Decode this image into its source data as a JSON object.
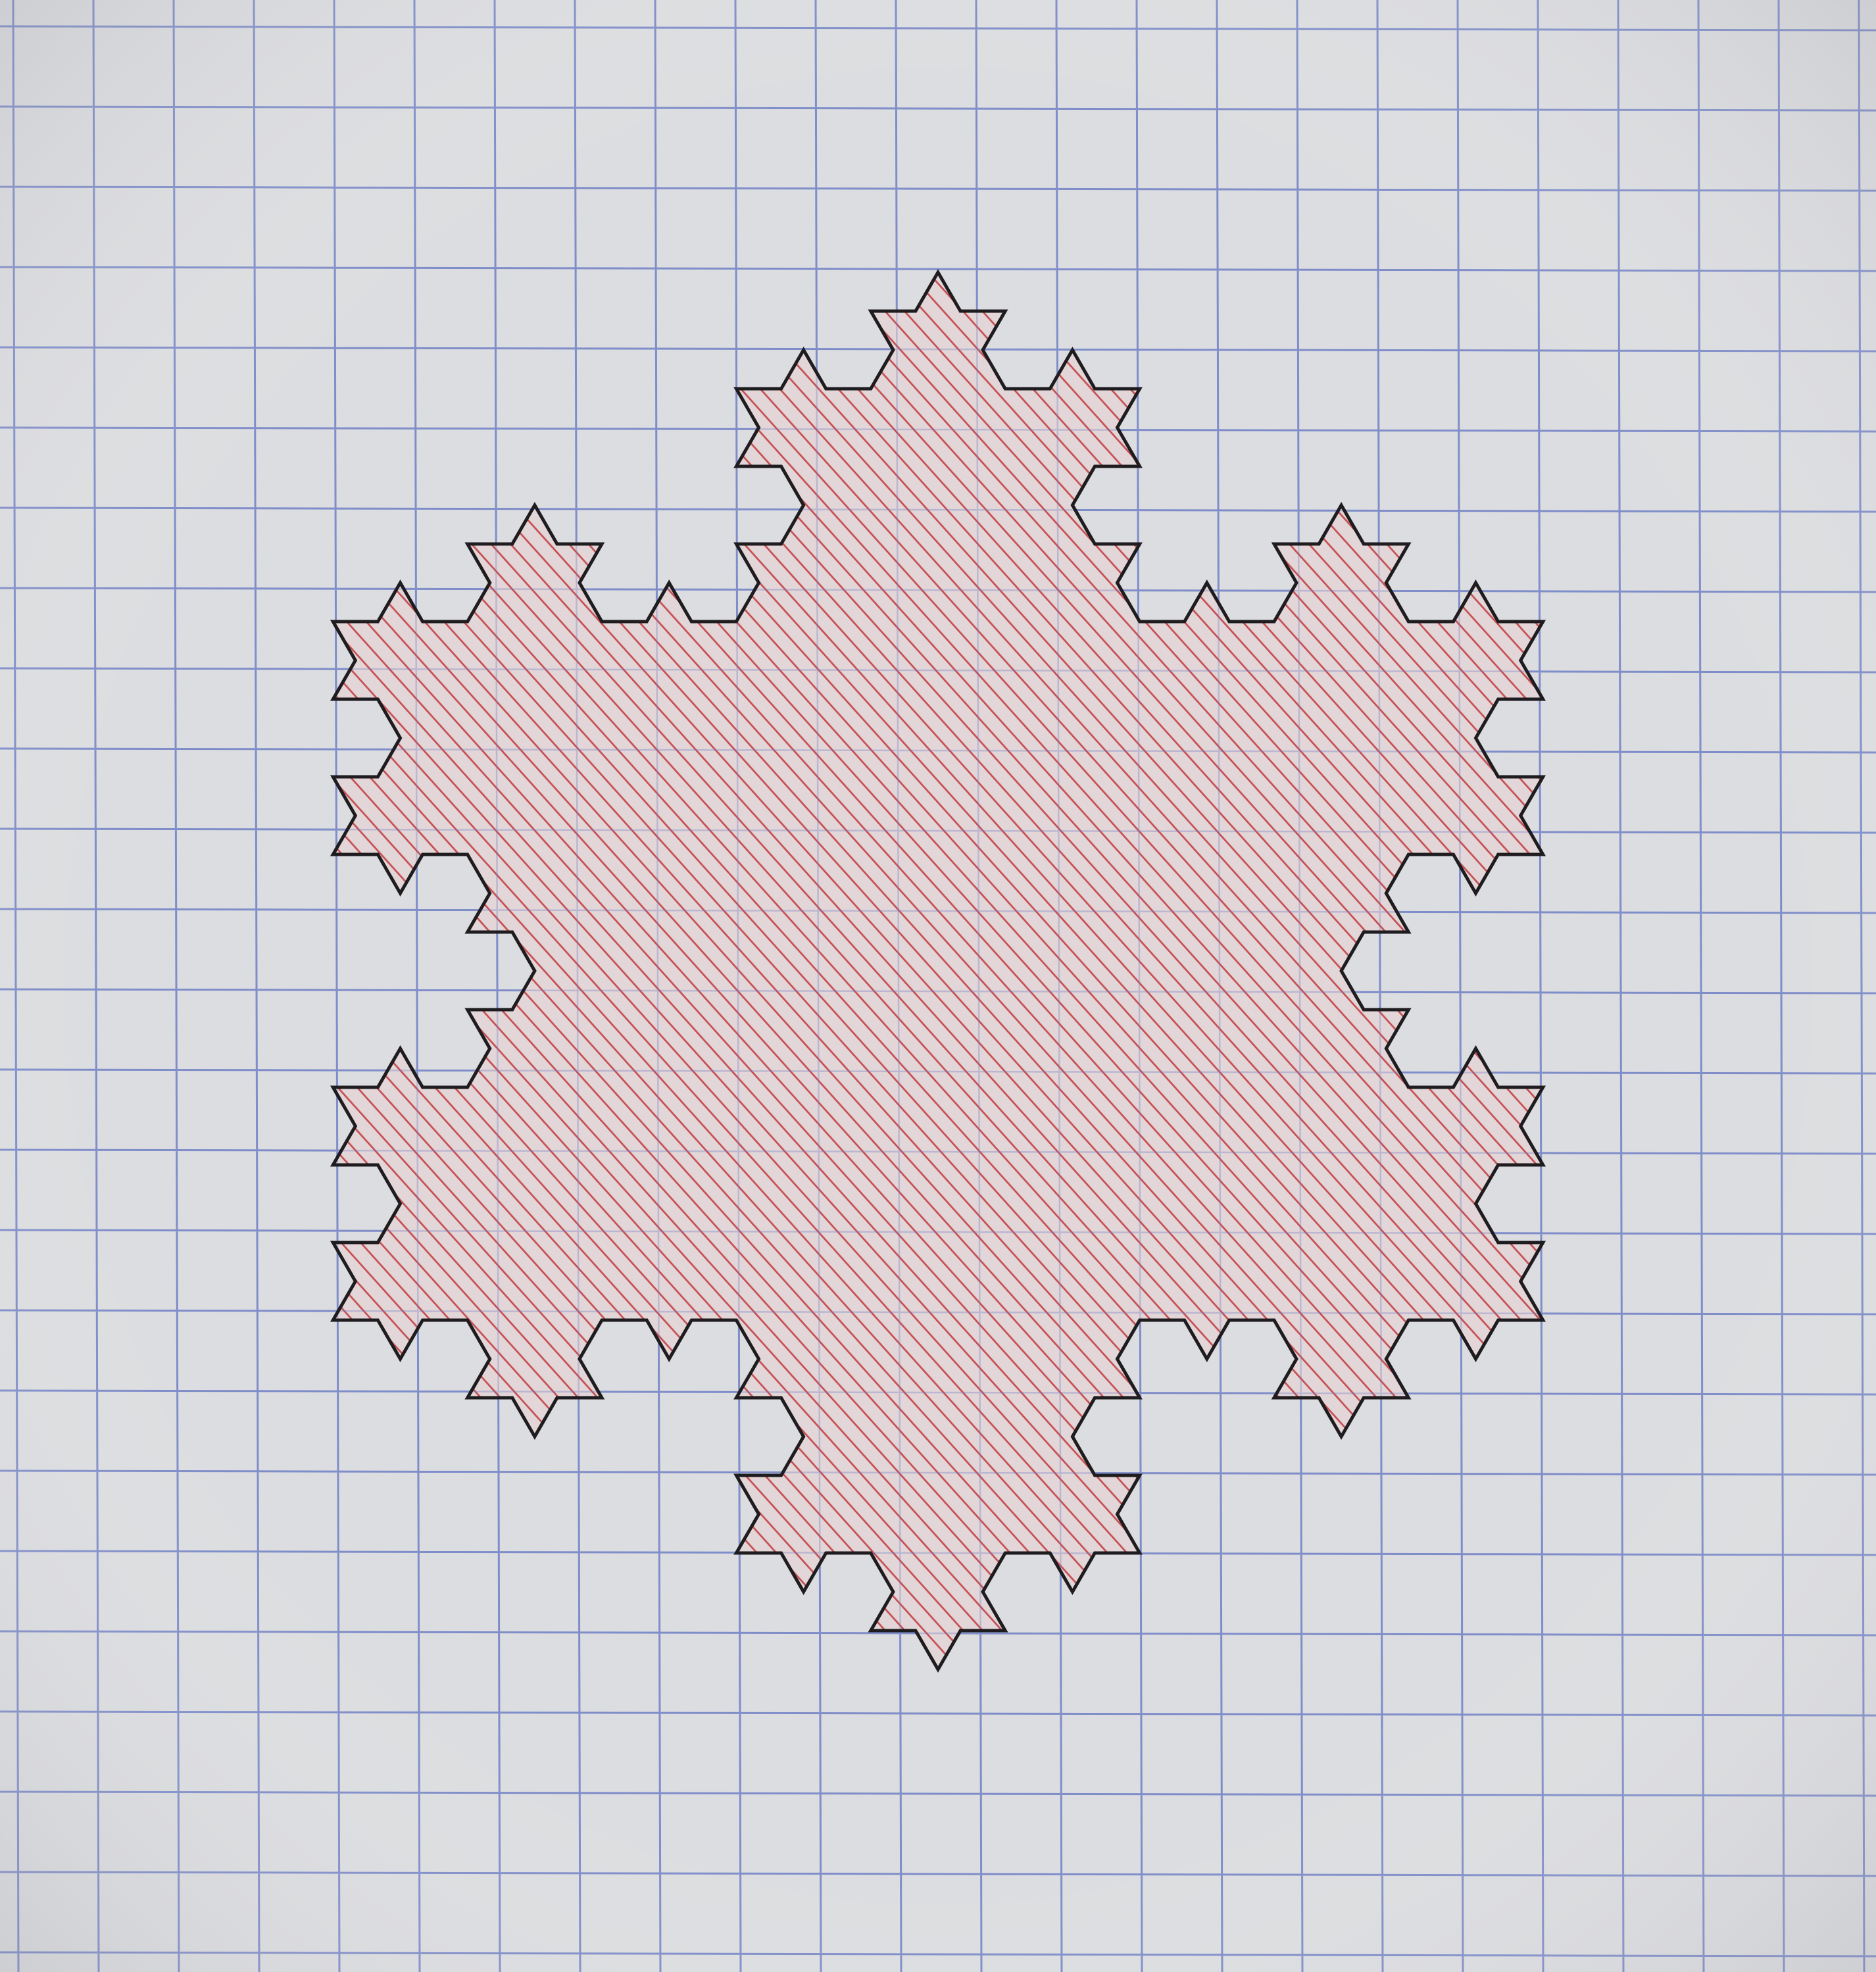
{
  "photo": {
    "subject": "koch-snowflake",
    "fractal_iterations": 3,
    "paper": {
      "type": "graph-paper",
      "grid_color": "#6f7fc4",
      "background_color": "#dcdde0"
    },
    "shape": {
      "outline_color": "#1e1c1e",
      "hatch_color": "#c0393d",
      "fill_color": "#e3d6d8",
      "hatch_direction": "diagonal"
    }
  }
}
